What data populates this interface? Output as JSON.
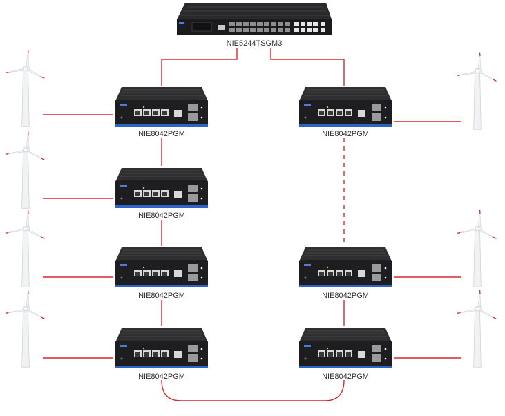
{
  "core_switch": {
    "model": "NIE5244TSGM3",
    "icon": "rack-switch-icon"
  },
  "ring_switches": [
    {
      "model": "NIE8042PGM",
      "icon": "industrial-switch-icon"
    },
    {
      "model": "NIE8042PGM",
      "icon": "industrial-switch-icon"
    },
    {
      "model": "NIE8042PGM",
      "icon": "industrial-switch-icon"
    },
    {
      "model": "NIE8042PGM",
      "icon": "industrial-switch-icon"
    },
    {
      "model": "NIE8042PGM",
      "icon": "industrial-switch-icon"
    },
    {
      "model": "NIE8042PGM",
      "icon": "industrial-switch-icon"
    },
    {
      "model": "NIE8042PGM",
      "icon": "industrial-switch-icon"
    }
  ],
  "endpoints": {
    "icon": "wind-turbine-icon",
    "count": 7
  },
  "colors": {
    "link": "#d8262d",
    "device_body": "#2b2b2d",
    "device_panel": "#1a1a1c",
    "label": "#333333"
  }
}
